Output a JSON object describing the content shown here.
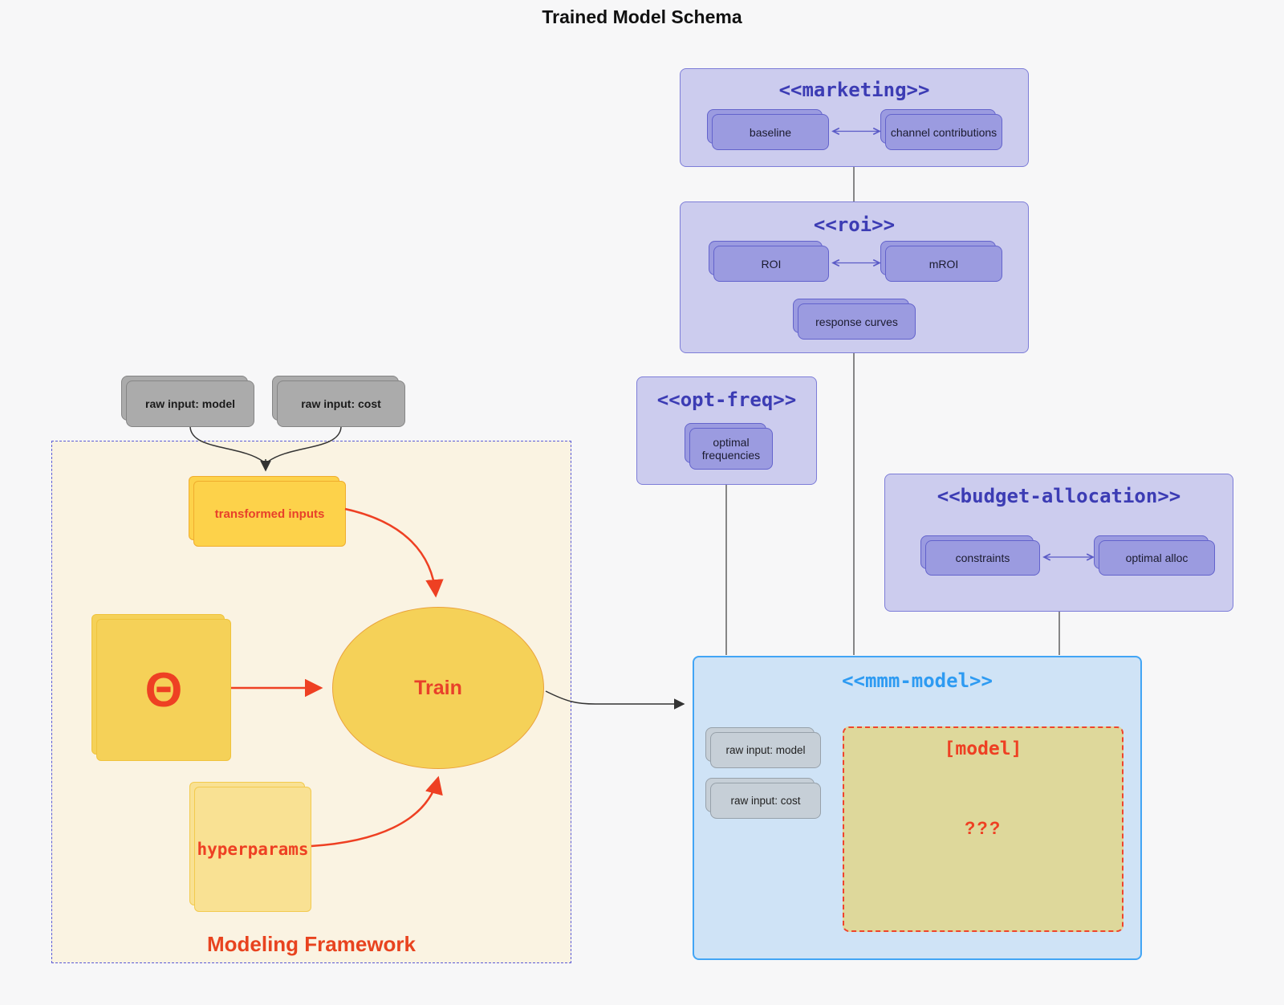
{
  "title": "Trained Model Schema",
  "marketing": {
    "title": "<<marketing>>",
    "baseline": "baseline",
    "channel": "channel contributions"
  },
  "roi": {
    "title": "<<roi>>",
    "roi": "ROI",
    "mroi": "mROI",
    "response": "response curves"
  },
  "opt_freq": {
    "title": "<<opt-freq>>",
    "optimal": "optimal frequencies"
  },
  "budget": {
    "title": "<<budget-allocation>>",
    "constraints": "constraints",
    "optimal_alloc": "optimal alloc"
  },
  "mmm": {
    "title": "<<mmm-model>>",
    "raw_model": "raw input: model",
    "raw_cost": "raw input: cost",
    "model_label": "[model]",
    "unknown": "???"
  },
  "inputs": {
    "raw_model": "raw input: model",
    "raw_cost": "raw input: cost"
  },
  "framework": {
    "label": "Modeling Framework",
    "transformed": "transformed inputs",
    "theta": "Θ",
    "train": "Train",
    "hyperparams": "hyperparams"
  },
  "colors": {
    "page_bg": "#f7f7f8",
    "container_fill": "#ccccee",
    "container_border": "#7d7dd8",
    "container_title": "#3c3cb4",
    "node_purple_fill": "#9b9be0",
    "node_purple_border": "#6363cc",
    "mmm_fill": "#cfe3f6",
    "mmm_border": "#42a5f5",
    "mmm_title": "#2e9bf2",
    "framework_fill": "#faf3e2",
    "framework_border": "#5b5bd6",
    "yellow_fill": "#fdd24a",
    "khaki_fill": "#ded89b",
    "red_accent": "#ee4023",
    "gray_fill": "#ababab",
    "gray_light_fill": "#c6cfd7",
    "edge_dark": "#4a4a4a",
    "edge_purple": "#5a5ac6"
  }
}
